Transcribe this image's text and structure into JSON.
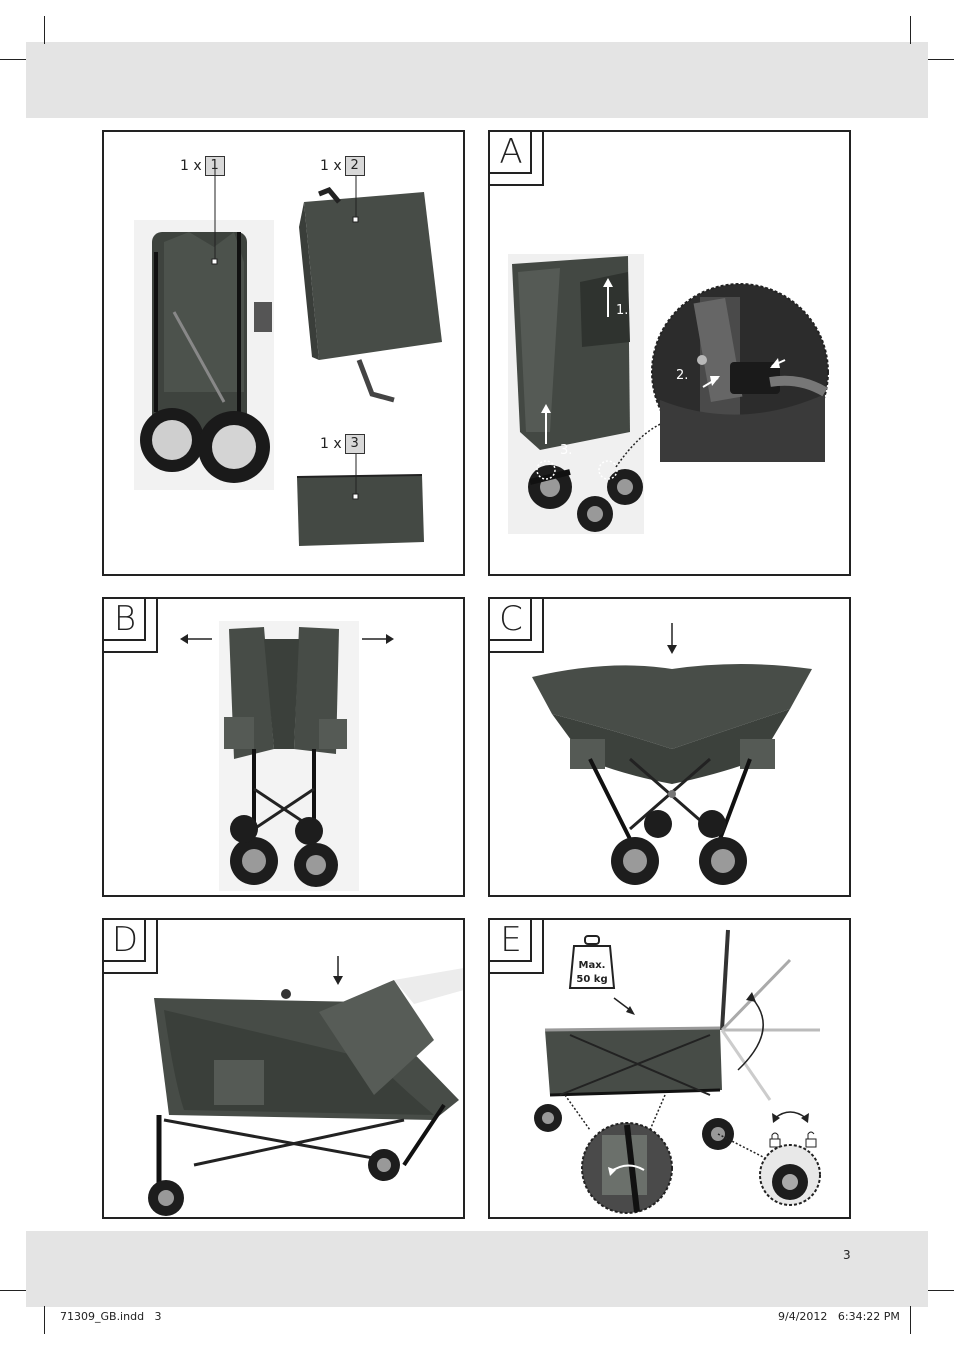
{
  "page": {
    "page_number": "3",
    "footer_file": "71309_GB.indd   3",
    "footer_date": "9/4/2012   6:34:22 PM"
  },
  "panel_parts": {
    "items": [
      {
        "qty": "1 x",
        "num": "1"
      },
      {
        "qty": "1 x",
        "num": "2"
      },
      {
        "qty": "1 x",
        "num": "3"
      }
    ]
  },
  "panels": [
    {
      "letter": "A",
      "steps": [
        "1.",
        "2.",
        "3."
      ]
    },
    {
      "letter": "B"
    },
    {
      "letter": "C"
    },
    {
      "letter": "D"
    },
    {
      "letter": "E",
      "weight_badge": {
        "line1": "Max.",
        "line2": "50 kg"
      }
    }
  ],
  "icons": [
    "arrow-icon",
    "lock-icon",
    "unlock-icon",
    "weight-icon",
    "rotate-arrow-icon"
  ],
  "colors": {
    "band": "#e4e4e4",
    "border": "#222222",
    "fabric": "#3a3f3a"
  }
}
